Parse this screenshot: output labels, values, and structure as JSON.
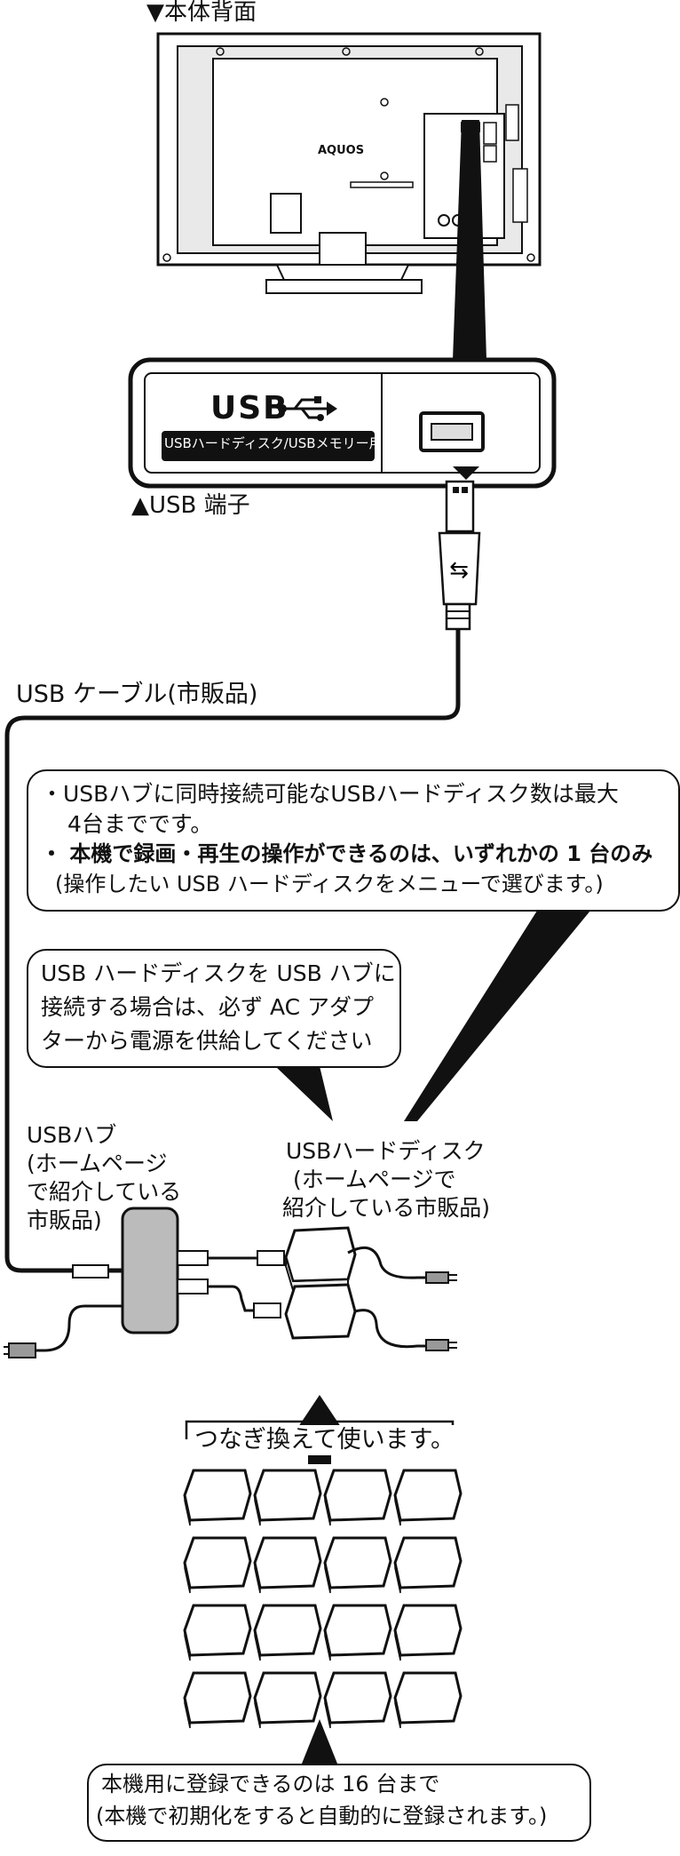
{
  "tv_back_label": "▼本体背面",
  "tv_brand": "AQUOS",
  "usb_logo": "USB",
  "usb_port_caption": "USBハードディスク/USBメモリー用",
  "usb_terminal_label": "▲USB 端子",
  "usb_cable_label": "USB ケーブル(市販品)",
  "note_box": {
    "line1": "・USBハブに同時接続可能なUSBハードディスク数は最大",
    "line2": "4台までです。",
    "line3": "・ 本機で録画・再生の操作ができるのは、いずれかの 1 台のみ",
    "line4": "(操作したい USB ハードディスクをメニューで選びます。)"
  },
  "ac_box": {
    "line1": "USB ハードディスクを USB ハブに",
    "line2": "接続する場合は、必ず AC アダプ",
    "line3": "ターから電源を供給してください"
  },
  "hub_label": {
    "line1": "USBハブ",
    "line2": "(ホームページ",
    "line3": "で紹介している",
    "line4": "市販品)"
  },
  "hdd_label": {
    "line1": "USBハードディスク",
    "line2": "(ホームページで",
    "line3": "紹介している市販品)"
  },
  "swap_label": "つなぎ換えて使います。",
  "register_box": {
    "line1": "本機用に登録できるのは 16 台まで",
    "line2": "(本機で初期化をすると自動的に登録されます。)"
  }
}
